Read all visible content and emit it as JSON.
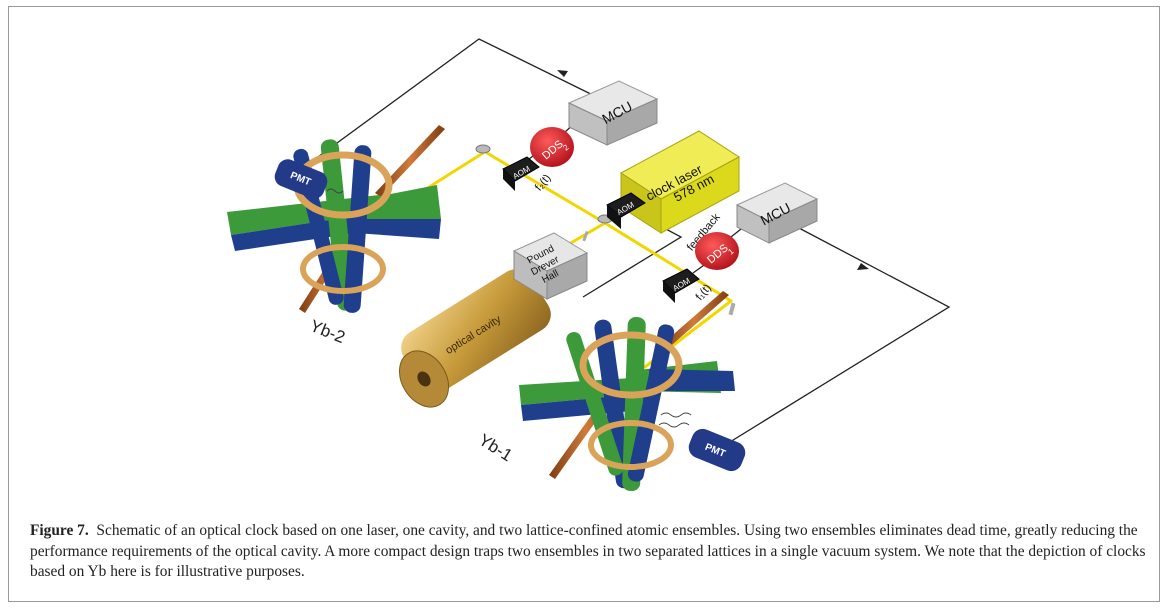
{
  "figure": {
    "labels": {
      "mcu_top": "MCU",
      "mcu_right": "MCU",
      "dds2_main": "DDS",
      "dds2_sub": "2",
      "dds1_main": "DDS",
      "dds1_sub": "1",
      "aom_top": "AOM",
      "aom_mid": "AOM",
      "aom_bottom": "AOM",
      "f2": "f₂(t)",
      "f1": "f₁(t)",
      "clock_laser_line1": "clock laser",
      "clock_laser_line2": "578 nm",
      "feedback": "feedback",
      "pdh_line1": "Pound",
      "pdh_line2": "Drever",
      "pdh_line3": "Hall",
      "pmt_left": "PMT",
      "pmt_right": "PMT",
      "yb2": "Yb-2",
      "yb1": "Yb-1",
      "optical_cavity": "optical cavity"
    },
    "colors": {
      "beam": "#f2d600",
      "lattice_green": "#3d9a3a",
      "lattice_blue": "#1f3e8c",
      "lattice_copper": "#b5622a",
      "ring_gold": "#d9a35a",
      "pmt_blue": "#233a88",
      "dds_red": "#d8202a",
      "clock_laser_yellow": "#e6e21a",
      "module_grey": "#cfcfcf",
      "aom_black": "#1d1d1d",
      "cavity_gold": "#c79a3a"
    }
  },
  "caption": {
    "label": "Figure 7.",
    "text": "Schematic of an optical clock based on one laser, one cavity, and two lattice-confined atomic ensembles. Using two ensembles eliminates dead time, greatly reducing the performance requirements of the optical cavity. A more compact design traps two ensembles in two separated lattices in a single vacuum system. We note that the depiction of clocks based on Yb here is for illustrative purposes."
  }
}
